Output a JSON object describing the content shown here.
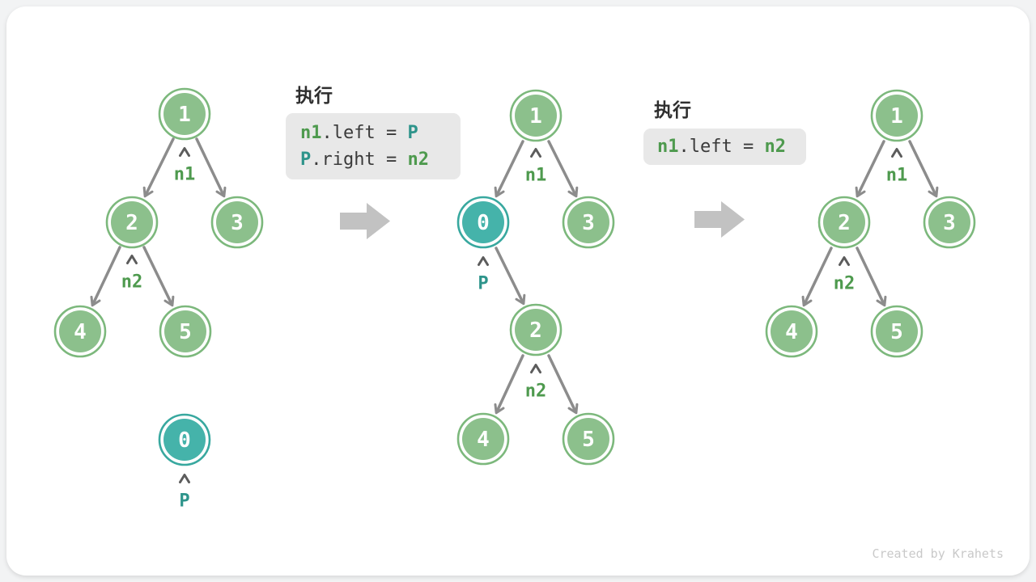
{
  "watermark": "Created by Krahets",
  "colors": {
    "node_green": "#8cc08c",
    "node_teal": "#45b3aa",
    "pointer_green": "#4e9a4e",
    "pointer_teal": "#2e948b",
    "edge_gray": "#8c8c8c",
    "block_arrow_gray": "#c2c2c2",
    "code_box_bg": "#e8e8e8",
    "code_text": "#3a3a3a"
  },
  "steps": [
    {
      "title": "执行",
      "lines": [
        {
          "tokens": [
            {
              "text": "n1",
              "color": "green"
            },
            {
              "text": ".left = ",
              "color": "plain"
            },
            {
              "text": "P",
              "color": "teal"
            }
          ]
        },
        {
          "tokens": [
            {
              "text": "P",
              "color": "teal"
            },
            {
              "text": ".right = ",
              "color": "plain"
            },
            {
              "text": "n2",
              "color": "green"
            }
          ]
        }
      ]
    },
    {
      "title": "执行",
      "lines": [
        {
          "tokens": [
            {
              "text": "n1",
              "color": "green"
            },
            {
              "text": ".left = ",
              "color": "plain"
            },
            {
              "text": "n2",
              "color": "green"
            }
          ]
        }
      ]
    }
  ],
  "trees": [
    {
      "name": "before",
      "nodes": [
        {
          "label": "1",
          "color": "green"
        },
        {
          "label": "2",
          "color": "green"
        },
        {
          "label": "3",
          "color": "green"
        },
        {
          "label": "4",
          "color": "green"
        },
        {
          "label": "5",
          "color": "green"
        },
        {
          "label": "0",
          "color": "teal"
        }
      ],
      "pointers": [
        {
          "label": "n1",
          "color": "green",
          "points_to": "1"
        },
        {
          "label": "n2",
          "color": "green",
          "points_to": "2"
        },
        {
          "label": "P",
          "color": "teal",
          "points_to": "0"
        }
      ],
      "edges": [
        "1→2",
        "1→3",
        "2→4",
        "2→5"
      ]
    },
    {
      "name": "after_insert",
      "nodes": [
        {
          "label": "1",
          "color": "green"
        },
        {
          "label": "0",
          "color": "teal"
        },
        {
          "label": "3",
          "color": "green"
        },
        {
          "label": "2",
          "color": "green"
        },
        {
          "label": "4",
          "color": "green"
        },
        {
          "label": "5",
          "color": "green"
        }
      ],
      "pointers": [
        {
          "label": "n1",
          "color": "green",
          "points_to": "1"
        },
        {
          "label": "P",
          "color": "teal",
          "points_to": "0"
        },
        {
          "label": "n2",
          "color": "green",
          "points_to": "2"
        }
      ],
      "edges": [
        "1→0",
        "1→3",
        "0→2",
        "2→4",
        "2→5"
      ]
    },
    {
      "name": "after_remove",
      "nodes": [
        {
          "label": "1",
          "color": "green"
        },
        {
          "label": "2",
          "color": "green"
        },
        {
          "label": "3",
          "color": "green"
        },
        {
          "label": "4",
          "color": "green"
        },
        {
          "label": "5",
          "color": "green"
        }
      ],
      "pointers": [
        {
          "label": "n1",
          "color": "green",
          "points_to": "1"
        },
        {
          "label": "n2",
          "color": "green",
          "points_to": "2"
        }
      ],
      "edges": [
        "1→2",
        "1→3",
        "2→4",
        "2→5"
      ]
    }
  ]
}
